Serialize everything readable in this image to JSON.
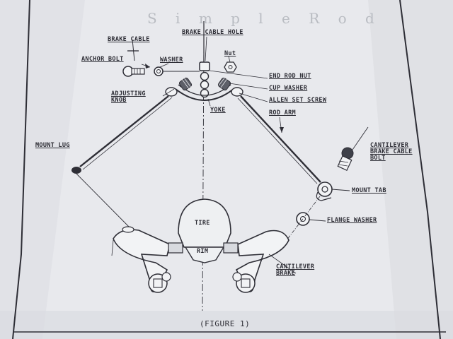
{
  "header_text": "S i m p l e R o d",
  "labels": {
    "brake_cable": "BRAKE CABLE",
    "brake_cable_hole": "BRAKE CABLE HOLE",
    "nut": "Nut",
    "anchor_bolt": "ANCHOR BOLT",
    "washer": "WASHER",
    "end_rod_nut": "END ROD NUT",
    "cup_washer": "CUP WASHER",
    "allen_set_screw": "ALLEN SET SCREW",
    "adjusting_knob": "ADJUSTING KNOB",
    "yoke": "YOKE",
    "rod_arm": "ROD ARM",
    "mount_lug": "MOUNT LUG",
    "cantilever_brake_cable_bolt": "CANTILEVER BRAKE CABLE BOLT",
    "mount_tab": "MOUNT TAB",
    "flange_washer": "FLANGE WASHER",
    "tire": "TIRE",
    "rim": "RIM",
    "cantilever_brake": "CANTILEVER BRAKE"
  },
  "caption": "(FIGURE 1)",
  "colors": {
    "ink": "#2e2e36",
    "paper": "#e9eaee",
    "shadow": "#c9ccd2"
  }
}
